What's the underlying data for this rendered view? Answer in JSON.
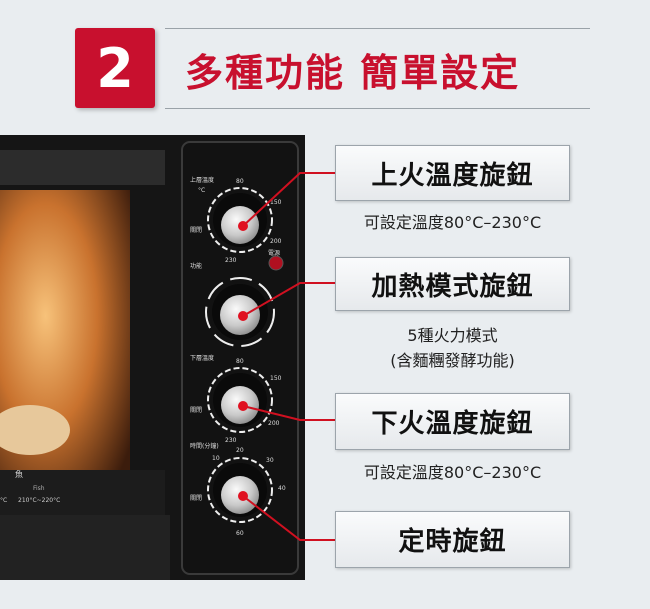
{
  "header": {
    "number": "2",
    "title": "多種功能 簡單設定"
  },
  "callouts": [
    {
      "label": "上火溫度旋鈕",
      "description": [
        "可設定溫度80°C–230°C"
      ]
    },
    {
      "label": "加熱模式旋鈕",
      "description": [
        "5種火力模式",
        "(含麵糰發酵功能)"
      ]
    },
    {
      "label": "下火溫度旋鈕",
      "description": [
        "可設定溫度80°C–230°C"
      ]
    },
    {
      "label": "定時旋鈕",
      "description": []
    }
  ],
  "panel": {
    "upper_temp_label": "上層溫度",
    "function_label": "功能",
    "power_label": "電源",
    "lower_temp_label": "下層溫度",
    "timer_label": "時間(分鐘)",
    "off_label": "關閉",
    "temp_ticks": [
      "80",
      "150",
      "200",
      "230"
    ],
    "timer_ticks": [
      "10",
      "20",
      "30",
      "40",
      "60"
    ],
    "unit": "°C"
  },
  "oven_window": {
    "food_label": "魚",
    "food_en": "Fish",
    "food_temp": "210°C~220°C",
    "left_temp": "°C"
  },
  "colors": {
    "accent": "#c8102e",
    "background": "#e9edf0"
  }
}
